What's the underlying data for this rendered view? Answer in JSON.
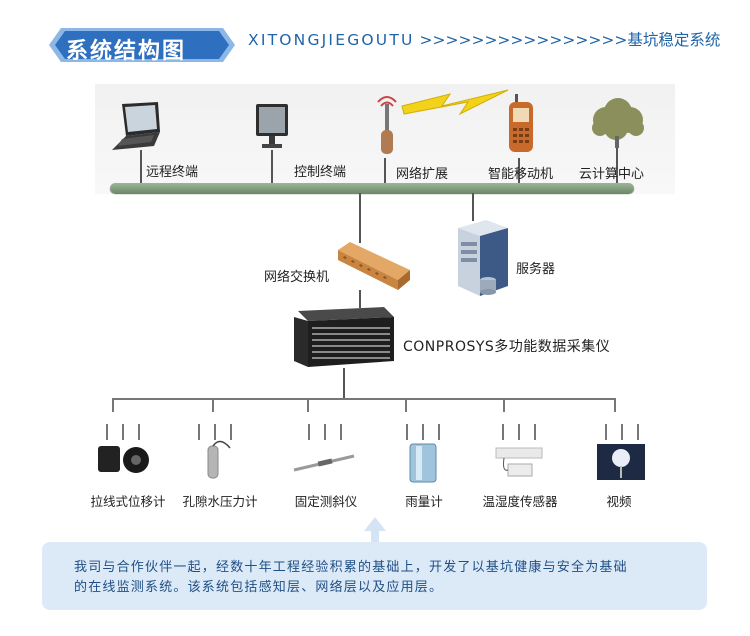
{
  "header": {
    "title": "系统结构图",
    "subtitle_pinyin": "XITONGJIEGOUTU",
    "subtitle_arrows": " >>>>>>>>>>>>>>>>",
    "subtitle_end": "基坑稳定系统"
  },
  "network": {
    "nodes": [
      {
        "label": "远程终端",
        "icon": "laptop-icon"
      },
      {
        "label": "控制终端",
        "icon": "monitor-icon"
      },
      {
        "label": "网络扩展",
        "icon": "antenna-icon"
      },
      {
        "label": "智能移动机",
        "icon": "mobile-phone-icon"
      },
      {
        "label": "云计算中心",
        "icon": "cloud-tree-icon"
      }
    ],
    "switch_label": "网络交换机",
    "server_label": "服务器",
    "collector_label": "CONPROSYS多功能数据采集仪"
  },
  "sensors": [
    {
      "label": "拉线式位移计",
      "icon": "draw-wire-sensor-icon"
    },
    {
      "label": "孔隙水压力计",
      "icon": "piezometer-icon"
    },
    {
      "label": "固定测斜仪",
      "icon": "inclinometer-icon"
    },
    {
      "label": "雨量计",
      "icon": "rain-gauge-icon"
    },
    {
      "label": "温湿度传感器",
      "icon": "thermo-hygro-sensor-icon"
    },
    {
      "label": "视频",
      "icon": "video-camera-icon"
    }
  ],
  "description": {
    "line1": "我司与合作伙伴一起，经数十年工程经验积累的基础上，开发了以基坑健康与安全为基础",
    "line2": "的在线监测系统。该系统包括感知层、网络层以及应用层。"
  },
  "colors": {
    "title_badge": "#2f6fbf",
    "title_badge_border": "#8cb8e6",
    "subtitle": "#1f63a8",
    "bus": "#7f9a7c",
    "desc_bg": "#dce9f6",
    "desc_text": "#1f4f86"
  }
}
